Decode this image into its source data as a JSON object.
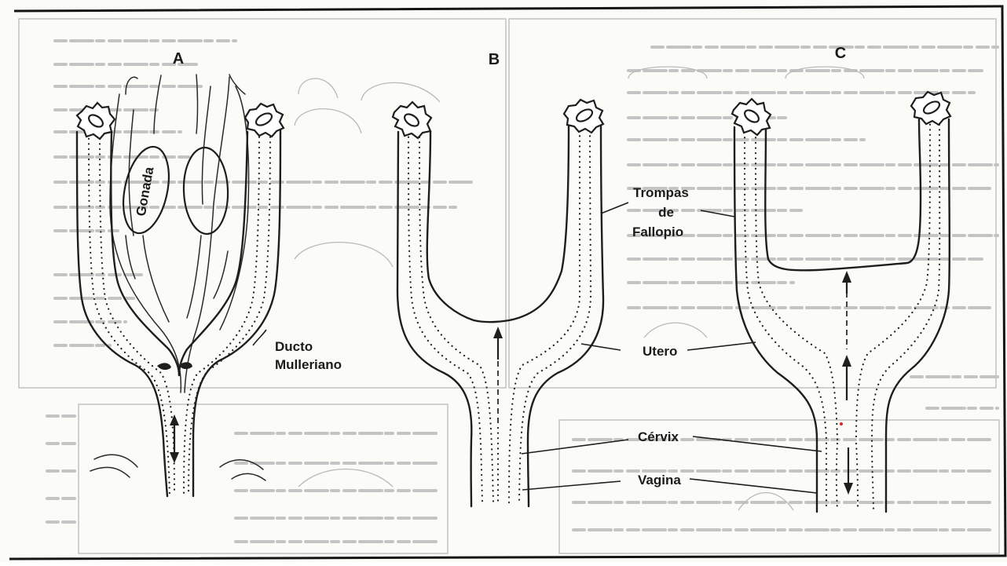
{
  "panels": [
    {
      "letter": "A"
    },
    {
      "letter": "B"
    },
    {
      "letter": "C"
    }
  ],
  "labels": {
    "gonada": "Gonada",
    "ducto_line1": "Ducto",
    "ducto_line2": "Mulleriano",
    "trompas_line1": "Trompas",
    "trompas_line2": "de",
    "trompas_line3": "Fallopio",
    "utero": "Utero",
    "cervix": "Cérvix",
    "vagina": "Vagina"
  }
}
